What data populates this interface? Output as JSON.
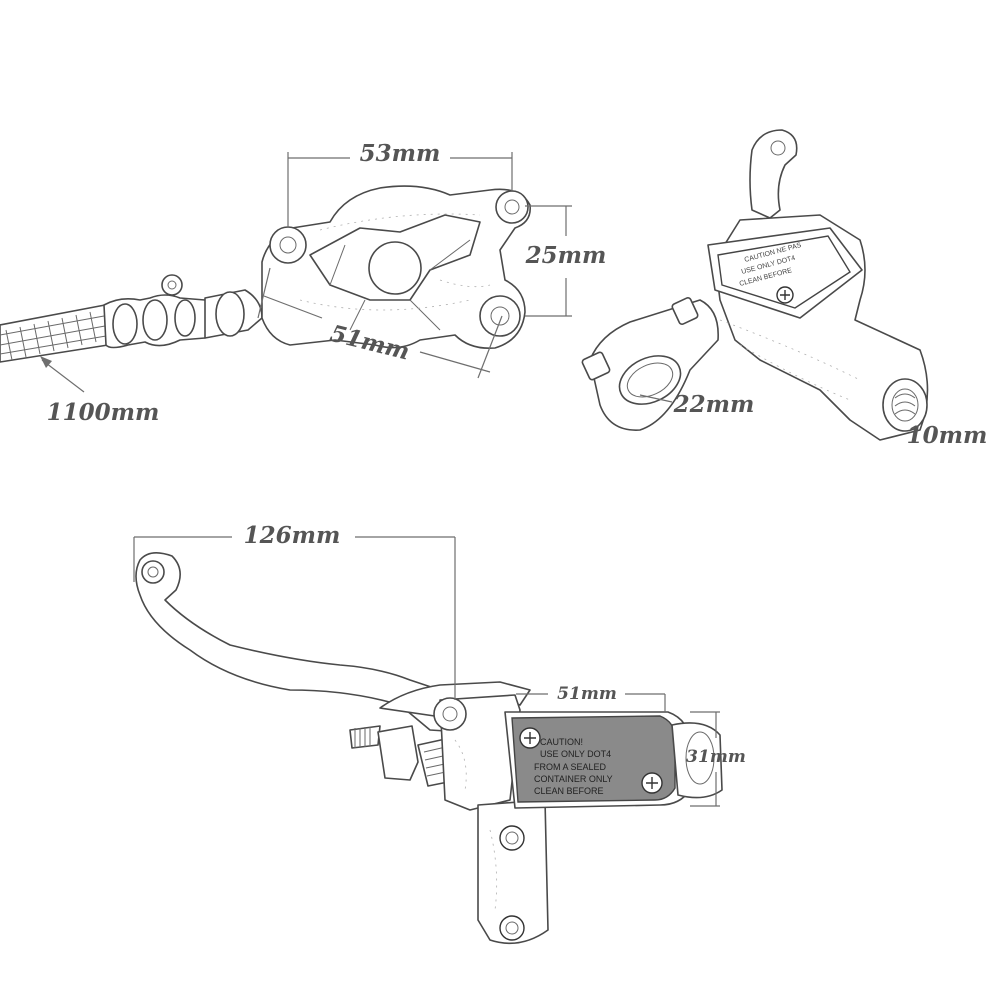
{
  "caliper": {
    "width_label": "53mm",
    "height_label": "25mm",
    "mount_label": "51mm",
    "hose_label": "1100mm"
  },
  "master_cylinder_side": {
    "clamp_label": "22mm",
    "outlet_label": "10mm"
  },
  "lever_assembly": {
    "lever_label": "126mm",
    "reservoir_width_label": "51mm",
    "reservoir_height_label": "31mm"
  }
}
